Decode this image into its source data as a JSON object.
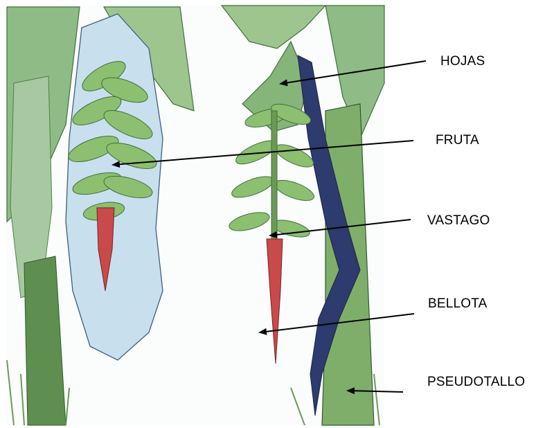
{
  "labels": {
    "hojas": "HOJAS",
    "fruta": "FRUTA",
    "vastago": "VASTAGO",
    "bellota": "BELLOTA",
    "pseudotallo": "PSEUDOTALLO"
  },
  "colors": {
    "leaf": "#7fae6a",
    "leaf_dark": "#4f7f47",
    "fruit": "#8cbf6f",
    "bag": "#c8dfee",
    "bellota": "#c84a4a",
    "stem_blue": "#2d3b6e",
    "background": "#fbfdfc",
    "ink": "#000000"
  }
}
